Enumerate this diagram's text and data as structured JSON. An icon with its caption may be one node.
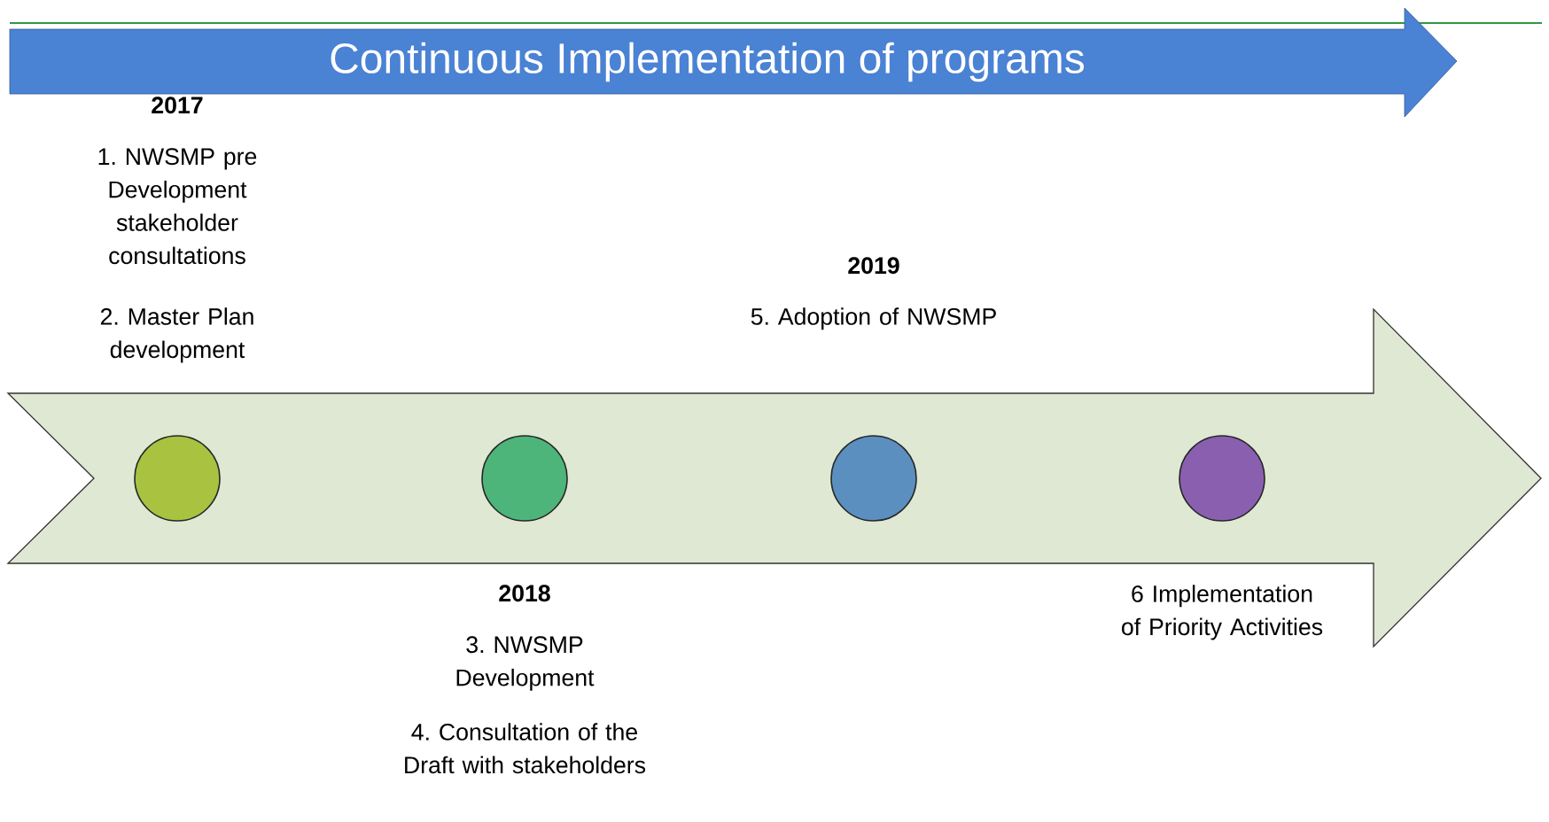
{
  "diagram": {
    "nodes": [
      {
        "text": [
          "Continuous Implementation of programs"
        ]
      },
      {
        "text": [],
        "shape": "arrow"
      },
      {
        "text": [],
        "shape": "circle",
        "in": 1
      },
      {
        "text": [],
        "shape": "circle",
        "in": 1
      },
      {
        "text": [],
        "shape": "circle",
        "in": 1
      },
      {
        "text": [],
        "shape": "circle",
        "in": 1
      }
    ],
    "labels": [
      "2017",
      "1. NWSMP pre Development stakeholder consultations",
      "2. Master Plan development",
      "2018",
      "3. NWSMP Development",
      "4. Consultation of the Draft with stakeholders",
      "2019",
      "5. Adoption of NWSMP",
      "6 Implementation of Priority Activities"
    ]
  }
}
